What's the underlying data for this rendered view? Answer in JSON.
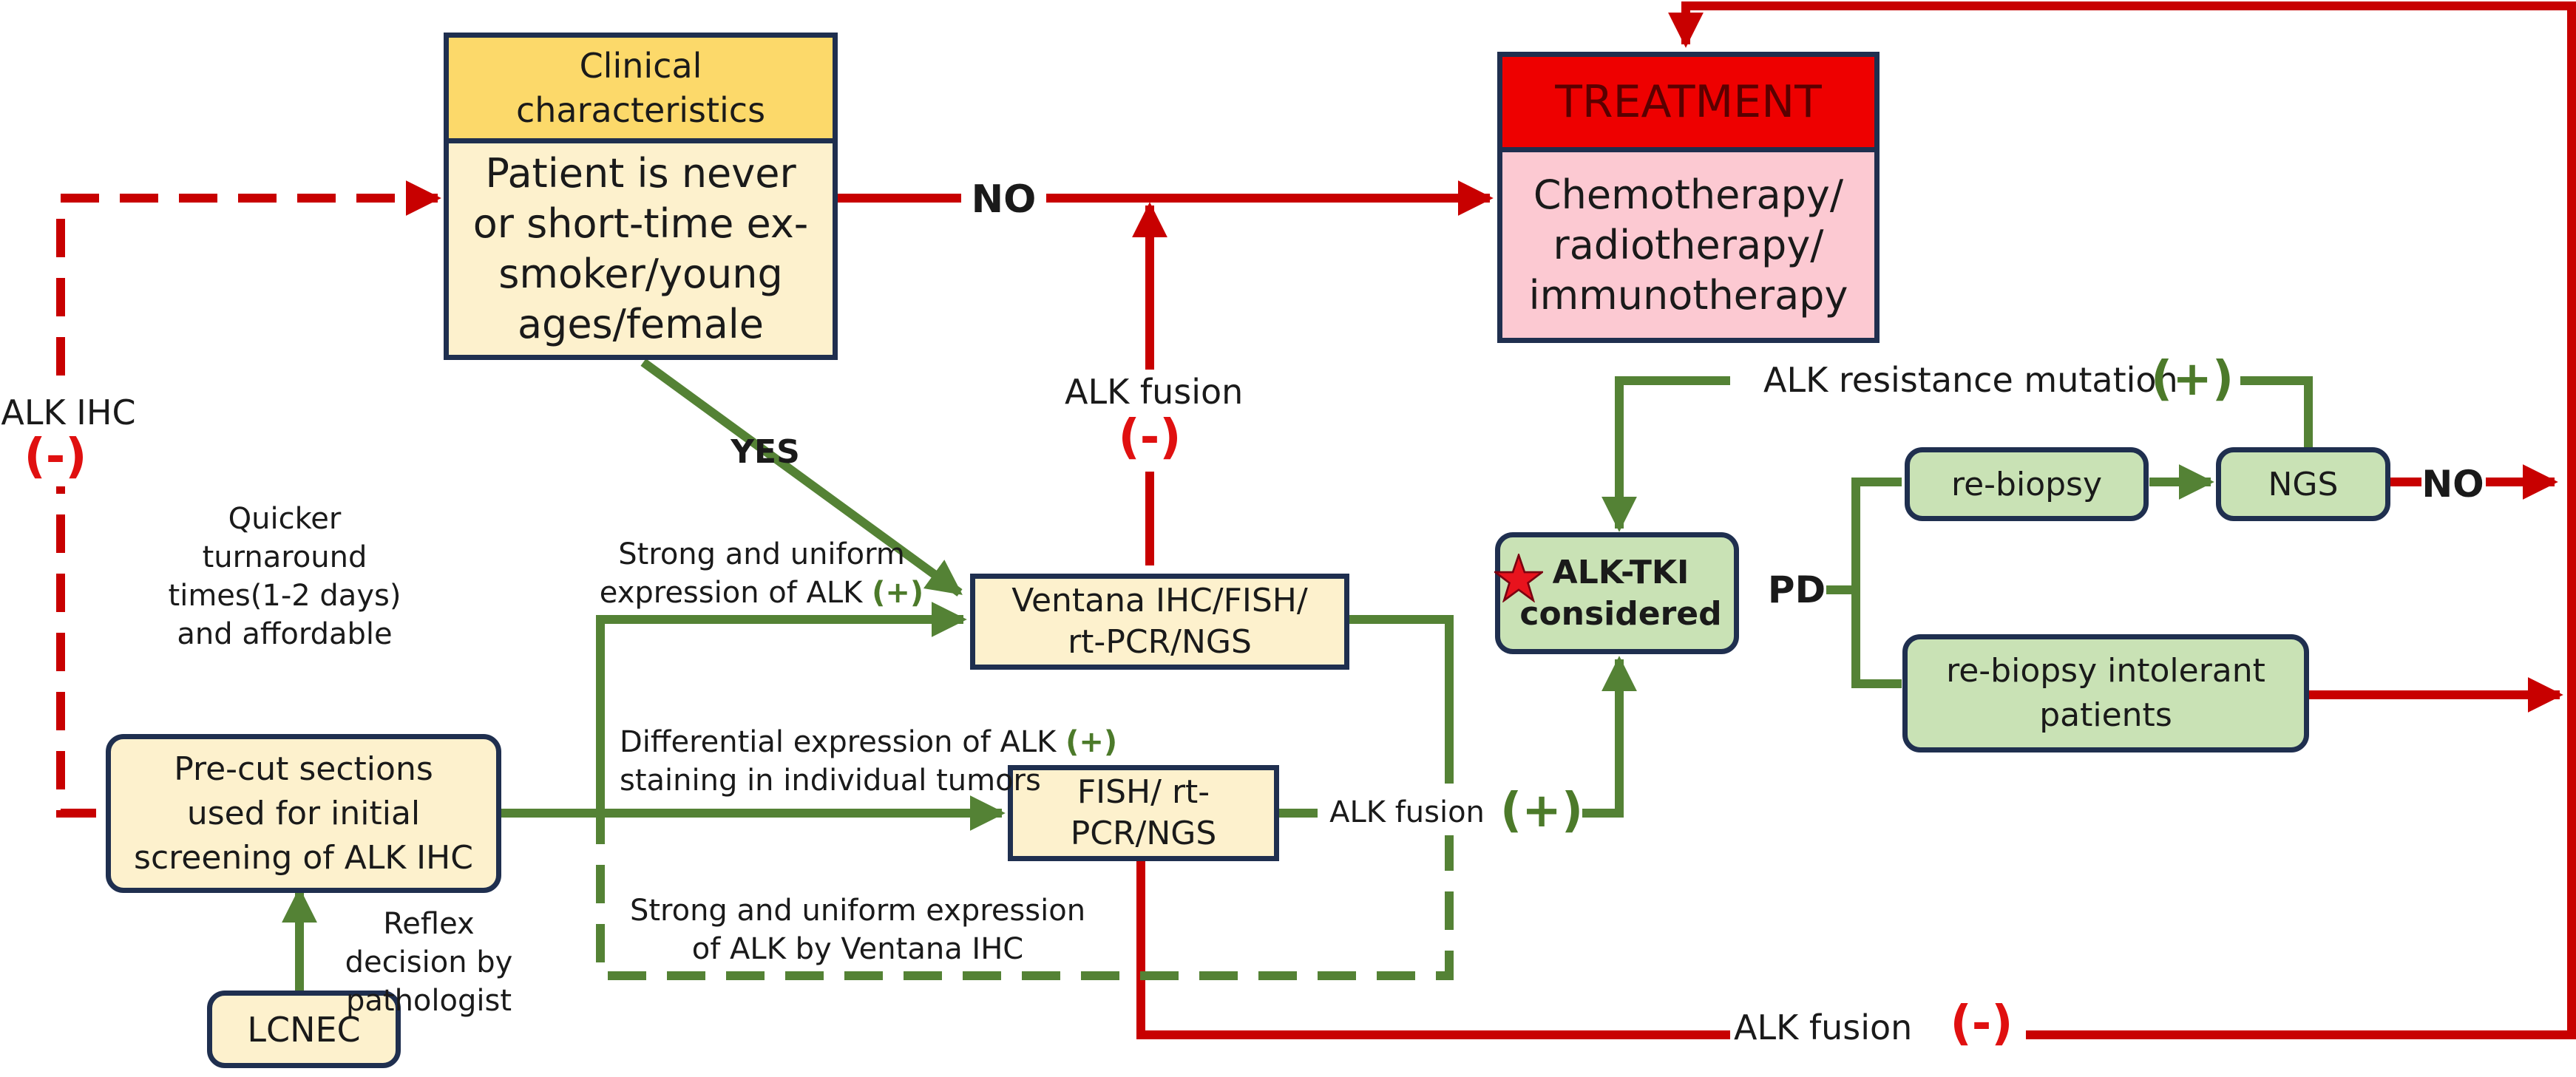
{
  "nodes": {
    "clinical_header": "Clinical characteristics",
    "clinical_body": "Patient is never or short-time ex-smoker/young ages/female",
    "treatment_header": "TREATMENT",
    "treatment_body": "Chemotherapy/ radiotherapy/ immunotherapy",
    "ventana": "Ventana IHC/FISH/ rt-PCR/NGS",
    "fish": "FISH/ rt-PCR/NGS",
    "precut": "Pre-cut sections used for initial screening of ALK IHC",
    "lcnec": "LCNEC",
    "alk_tki": "ALK-TKI considered",
    "rebiopsy": "re-biopsy",
    "ngs": "NGS",
    "rebiopsy_intolerant": "re-biopsy intolerant patients"
  },
  "labels": {
    "no_top": "NO",
    "yes": "YES",
    "alk_ihc": "ALK IHC",
    "alk_ihc_sign": "(-)",
    "quicker": "Quicker turnaround times(1-2 days) and affordable",
    "alk_fusion_up": "ALK fusion",
    "alk_fusion_up_sign": "(-)",
    "strong_uniform_a": "Strong and uniform expression of ALK",
    "strong_uniform_a_sign": "(+)",
    "differential_a": "Differential expression of ALK",
    "differential_a_sign": "(+)",
    "differential_b": "staining in individual tumors",
    "strong_ventana": "Strong and uniform expression of ALK by Ventana IHC",
    "alk_fusion_mid": "ALK fusion",
    "alk_fusion_mid_sign": "(+)",
    "reflex": "Reflex decision by pathologist",
    "resistance": "ALK resistance mutation",
    "resistance_sign": "(+)",
    "pd": "PD",
    "no_right": "NO",
    "alk_fusion_bottom": "ALK fusion",
    "alk_fusion_bottom_sign": "(-)"
  },
  "colors": {
    "red": "#c80000",
    "green": "#548235",
    "navy": "#1f2f4f",
    "gold": "#fcd96a",
    "cream": "#fdf1cd",
    "pink": "#fcc9d2",
    "treatment_red": "#ee0000",
    "light_green": "#c9e2b5"
  },
  "icons": {
    "star": "star-icon"
  }
}
